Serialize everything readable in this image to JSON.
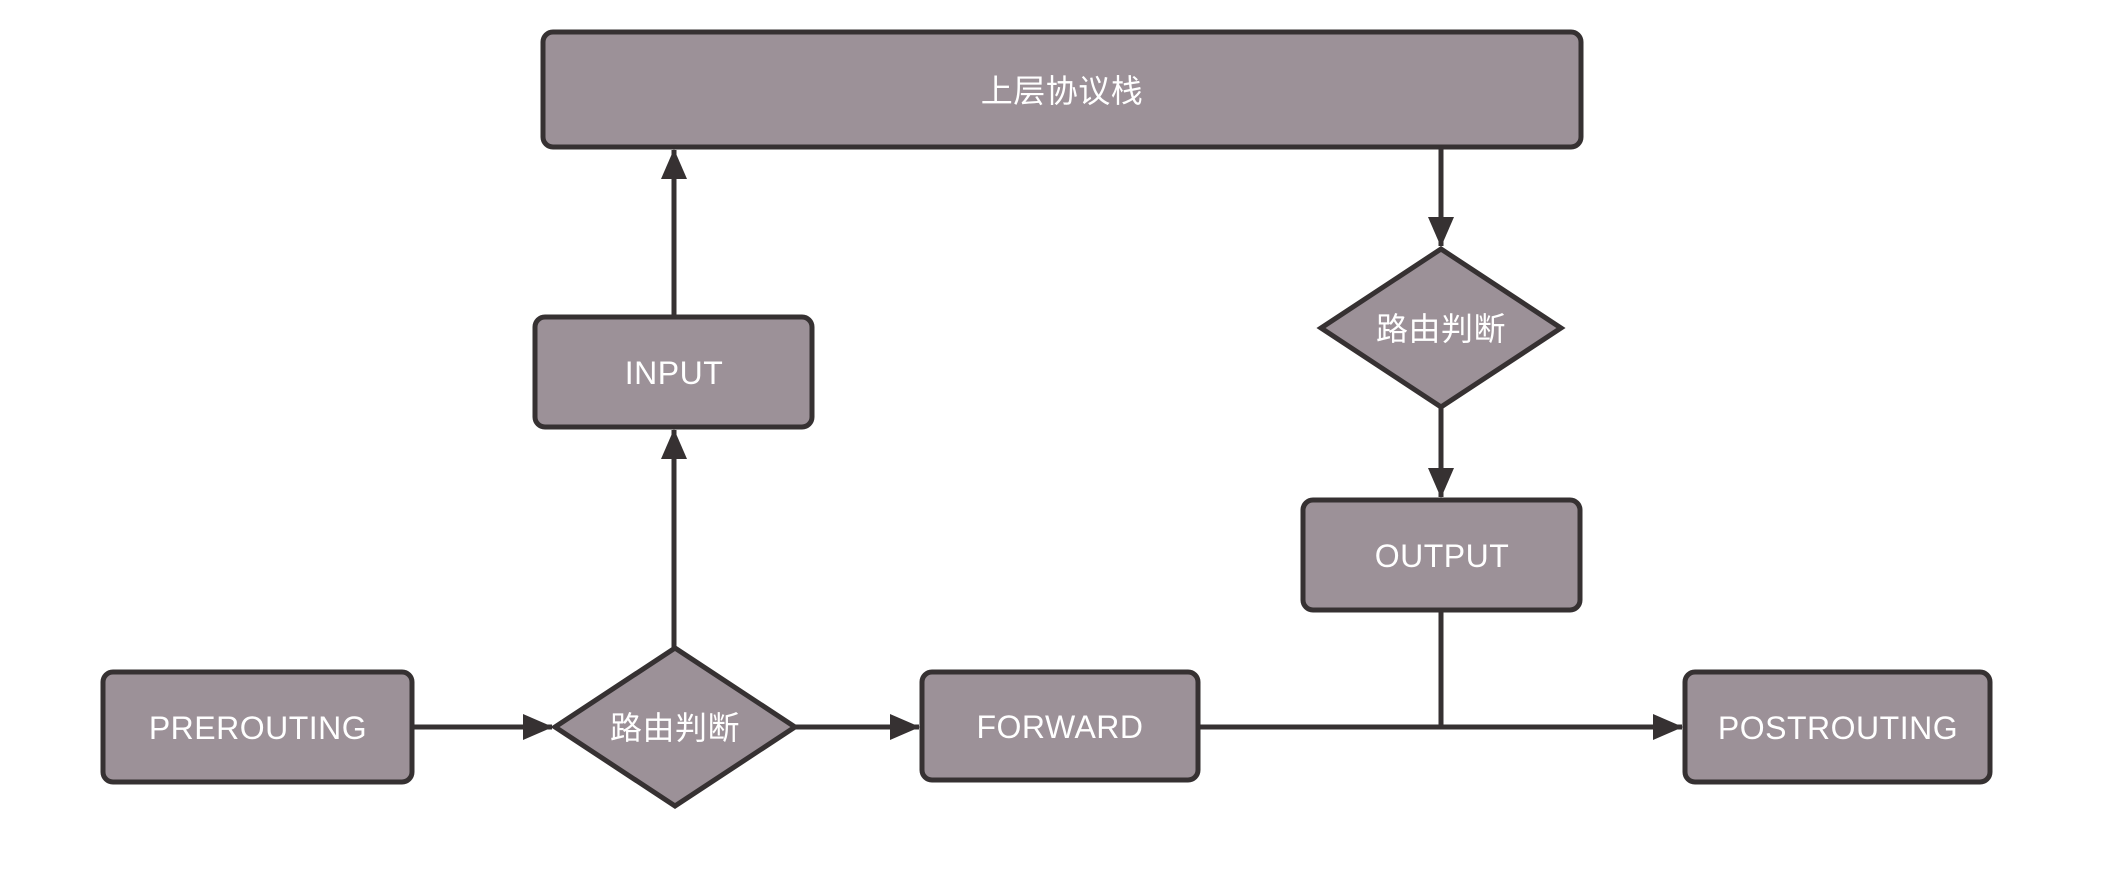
{
  "colors": {
    "canvas_bg": "#ffffff",
    "node_fill": "#9C9198",
    "node_border": "#363132",
    "edge_line": "#363132",
    "label_text": "#ffffff"
  },
  "nodes": {
    "upper_stack": {
      "label": "上层协议栈",
      "shape": "rectangle"
    },
    "input": {
      "label": "INPUT",
      "shape": "rectangle"
    },
    "routing_decision_top": {
      "label": "路由判断",
      "shape": "diamond"
    },
    "output": {
      "label": "OUTPUT",
      "shape": "rectangle"
    },
    "prerouting": {
      "label": "PREROUTING",
      "shape": "rectangle"
    },
    "routing_decision_bottom": {
      "label": "路由判断",
      "shape": "diamond"
    },
    "forward": {
      "label": "FORWARD",
      "shape": "rectangle"
    },
    "postrouting": {
      "label": "POSTROUTING",
      "shape": "rectangle"
    }
  },
  "edges": [
    {
      "from": "prerouting",
      "to": "routing_decision_bottom",
      "arrowhead": true
    },
    {
      "from": "routing_decision_bottom",
      "to": "input",
      "arrowhead": true
    },
    {
      "from": "input",
      "to": "upper_stack",
      "arrowhead": true
    },
    {
      "from": "upper_stack",
      "to": "routing_decision_top",
      "arrowhead": true
    },
    {
      "from": "routing_decision_top",
      "to": "output",
      "arrowhead": true
    },
    {
      "from": "output",
      "to": "forward_postrouting_line_junction",
      "arrowhead": false
    },
    {
      "from": "routing_decision_bottom",
      "to": "forward",
      "arrowhead": true
    },
    {
      "from": "forward",
      "to": "postrouting",
      "arrowhead": true
    }
  ]
}
